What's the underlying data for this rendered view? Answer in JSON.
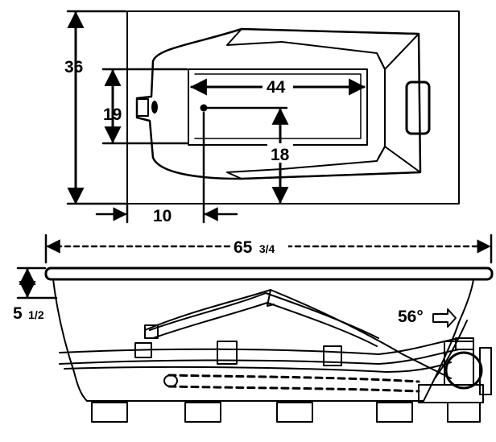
{
  "top_view": {
    "width_label": "36",
    "inner_width_label": "19",
    "inner_length_label": "44",
    "drain_offset_label": "18",
    "drain_end_label": "10"
  },
  "side_view": {
    "length_whole": "65",
    "length_fraction": "3/4",
    "depth_whole": "5",
    "depth_fraction": "1/2",
    "backrest_angle": "56°"
  }
}
